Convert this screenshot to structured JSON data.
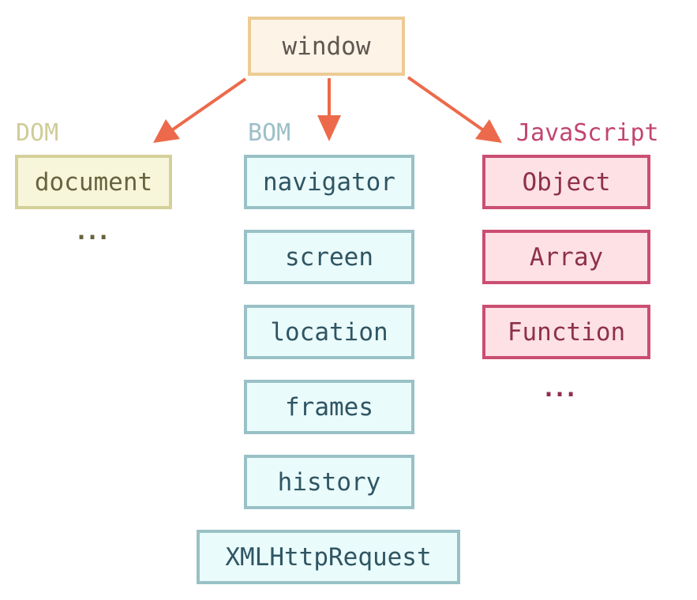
{
  "root": {
    "label": "window"
  },
  "groups": {
    "dom": {
      "label": "DOM",
      "items": [
        "document"
      ],
      "ellipsis": "..."
    },
    "bom": {
      "label": "BOM",
      "items": [
        "navigator",
        "screen",
        "location",
        "frames",
        "history",
        "XMLHttpRequest"
      ]
    },
    "js": {
      "label": "JavaScript",
      "items": [
        "Object",
        "Array",
        "Function"
      ],
      "ellipsis": "..."
    }
  },
  "colors": {
    "arrow": "#ec6a4b",
    "root_border": "#eccb94",
    "dom_border": "#d4d09a",
    "bom_border": "#99c1c6",
    "js_border": "#cb4e72"
  }
}
